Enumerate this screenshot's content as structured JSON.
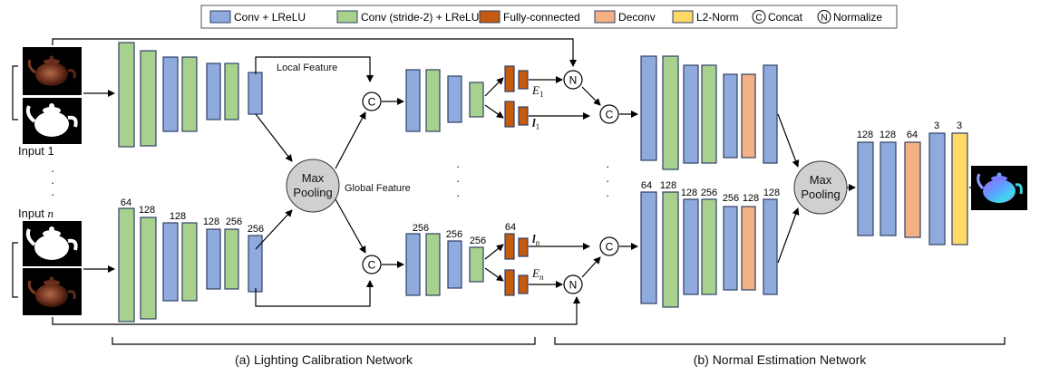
{
  "legend": {
    "items": [
      {
        "label": "Conv + LReLU",
        "kind": "conv"
      },
      {
        "label": "Conv (stride-2) + LReLU",
        "kind": "conv2"
      },
      {
        "label": "Fully-connected",
        "kind": "fc"
      },
      {
        "label": "Deconv",
        "kind": "deconv"
      },
      {
        "label": "L2-Norm",
        "kind": "l2"
      },
      {
        "label": "Concat",
        "kind": "concat",
        "symbol": "C"
      },
      {
        "label": "Normalize",
        "kind": "normalize",
        "symbol": "N"
      }
    ]
  },
  "colors": {
    "conv": "#8faadc",
    "conv2": "#a9d18e",
    "fc": "#c55a11",
    "deconv": "#f4b183",
    "l2": "#ffd966",
    "stroke": "#2f3f66",
    "pool": "#d0d0d0"
  },
  "inputs": {
    "first": "Input 1",
    "last_prefix": "Input",
    "last_var": "n"
  },
  "pooling": {
    "left": [
      "Max",
      "Pooling"
    ],
    "right": [
      "Max",
      "Pooling"
    ]
  },
  "feature_labels": {
    "local": "Local Feature",
    "global": "Global Feature"
  },
  "channel_labels": {
    "lcn_encoder": [
      "64",
      "128",
      "128",
      "128",
      "256",
      "256"
    ],
    "lcn_post": [
      "256",
      "256",
      "256"
    ],
    "fc": "64",
    "ne_encoder": [
      "64",
      "128",
      "128",
      "256",
      "256",
      "128",
      "128"
    ],
    "ne_decoder": [
      "128",
      "128",
      "64",
      "3",
      "3"
    ]
  },
  "fc_outputs": {
    "E1": {
      "base": "E",
      "sub": "1"
    },
    "l1": {
      "base": "l",
      "sub": "1"
    },
    "ln": {
      "base": "l",
      "sub": "n"
    },
    "En": {
      "base": "E",
      "sub": "n"
    }
  },
  "symbols": {
    "concat": "C",
    "normalize": "N"
  },
  "ellipsis": "·",
  "captions": {
    "lcn": "(a) Lighting Calibration Network",
    "ne": "(b) Normal Estimation Network"
  }
}
